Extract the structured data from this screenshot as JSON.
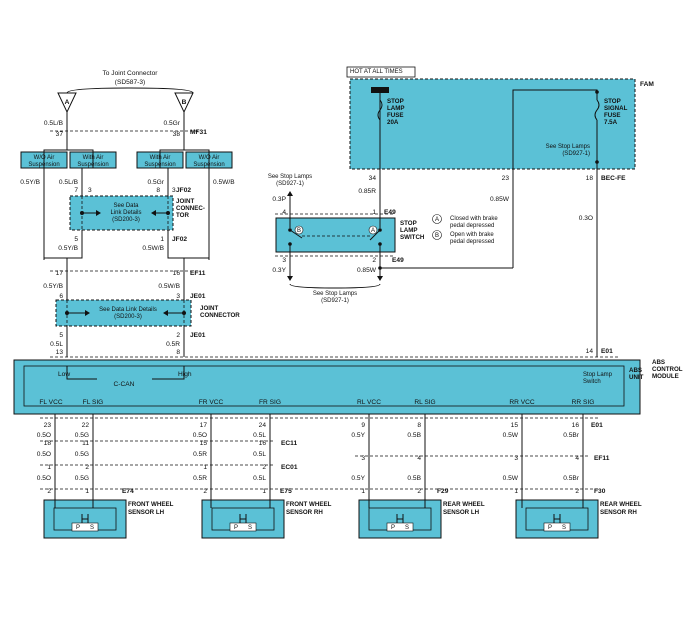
{
  "top": {
    "to_joint_connector": "To Joint Connector",
    "to_joint_ref": "(SD587-3)",
    "conn_a": "A",
    "conn_b": "B",
    "wire_a": "0.5L/B",
    "wire_b": "0.5Gr",
    "pin_a": "37",
    "pin_b": "38",
    "connector_mf31": "MF31"
  },
  "suspension": {
    "wo_air_left": "W/O Air\nSuspension",
    "with_air_left": "With Air\nSuspension",
    "with_air_right": "With Air\nSuspension",
    "wo_air_right": "W/O Air\nSuspension"
  },
  "joint_upper": {
    "wire_left_outer": "0.5Y/B",
    "wire_left_inner": "0.5L/B",
    "wire_right_inner": "0.5Gr",
    "wire_right_outer": "0.5W/B",
    "pin_7": "7",
    "pin_3a": "3",
    "pin_8": "8",
    "pin_3b": "3",
    "jf02_top": "JF02",
    "details": "See Data\nLink Details\n(SD200-3)",
    "name": "JOINT\nCONNEC-\nTOR",
    "pin_5": "5",
    "pin_1": "1",
    "jf02_bottom": "JF02",
    "wire_bl": "0.5Y/B",
    "wire_br": "0.5W/B"
  },
  "ef11_top": {
    "pin_17": "17",
    "pin_16": "16",
    "label": "EF11",
    "wire_l": "0.5Y/B",
    "wire_r": "0.5W/B"
  },
  "joint_lower": {
    "pin_6": "6",
    "pin_3": "3",
    "je01_top": "JE01",
    "details": "See Data Link Details\n(SD200-3)",
    "name": "JOINT\nCONNECTOR",
    "pin_5": "5",
    "pin_2": "2",
    "je01_bottom": "JE01",
    "wire_l": "0.5L",
    "wire_r": "0.5R",
    "pin_13": "13",
    "pin_8": "8"
  },
  "fam": {
    "hot": "HOT AT ALL TIMES",
    "label": "FAM",
    "fuse1": "STOP\nLAMP\nFUSE\n20A",
    "fuse2": "STOP\nSIGNAL\nFUSE\n7.5A",
    "see_stop": "See Stop Lamps\n(SD927-1)",
    "pin_34": "34",
    "pin_23": "23",
    "pin_18": "18",
    "bec_fe": "BEC-FE"
  },
  "stop_switch": {
    "see_top": "See Stop Lamps\n(SD927-1)",
    "wire_03p": "0.3P",
    "wire_085r": "0.85R",
    "wire_085w_top": "0.85W",
    "wire_03o": "0.3O",
    "pin_4": "4",
    "pin_1": "1",
    "e49_top": "E49",
    "name": "STOP\nLAMP\nSWITCH",
    "b_label": "B",
    "a_label": "A",
    "legend_a": "Closed with brake\npedal depressed",
    "legend_b": "Open with brake\npedal depressed",
    "pin_3": "3",
    "pin_2": "2",
    "e49_bottom": "E49",
    "wire_03y": "0.3Y",
    "wire_085w": "0.85W",
    "see_bottom": "See Stop Lamps\n(SD927-1)"
  },
  "abs": {
    "pin_14": "14",
    "e01": "E01",
    "name": "ABS\nCONTROL\nMODULE",
    "unit": "ABS\nUNIT",
    "low": "Low",
    "high": "High",
    "ccan": "C-CAN",
    "stop_lamp_switch": "Stop Lamp\nSwitch",
    "pins": [
      "FL VCC",
      "FL SIG",
      "FR VCC",
      "FR SIG",
      "RL VCC",
      "RL SIG",
      "RR VCC",
      "RR SIG"
    ]
  },
  "harness": {
    "row1": [
      "23",
      "22",
      "17",
      "24",
      "9",
      "8",
      "15",
      "16"
    ],
    "e01": "E01",
    "wire1": [
      "0.5O",
      "0.5G",
      "0.5O",
      "0.5L",
      "0.5Y",
      "0.5B",
      "0.5W",
      "0.5Br"
    ],
    "row2": [
      "18",
      "11",
      "15",
      "16"
    ],
    "ec11": "EC11",
    "wire2": [
      "0.5O",
      "0.5G",
      "0.5R",
      "0.5L"
    ],
    "row3": [
      "3",
      "4",
      "3",
      "4"
    ],
    "ef11": "EF11",
    "row4": [
      "1",
      "2",
      "1",
      "2"
    ],
    "ec01": "EC01",
    "wire3": [
      "0.5O",
      "0.5G",
      "0.5R",
      "0.5L",
      "0.5Y",
      "0.5B",
      "0.5W",
      "0.5Br"
    ],
    "row5": [
      "2",
      "1",
      "2",
      "1",
      "1",
      "2",
      "1",
      "2"
    ],
    "conns": [
      "E74",
      "E75",
      "F29",
      "F30"
    ]
  },
  "sensors": {
    "fl": "FRONT WHEEL\nSENSOR LH",
    "fr": "FRONT WHEEL\nSENSOR RH",
    "rl": "REAR WHEEL\nSENSOR LH",
    "rr": "REAR WHEEL\nSENSOR RH",
    "p": "P",
    "s": "S"
  }
}
